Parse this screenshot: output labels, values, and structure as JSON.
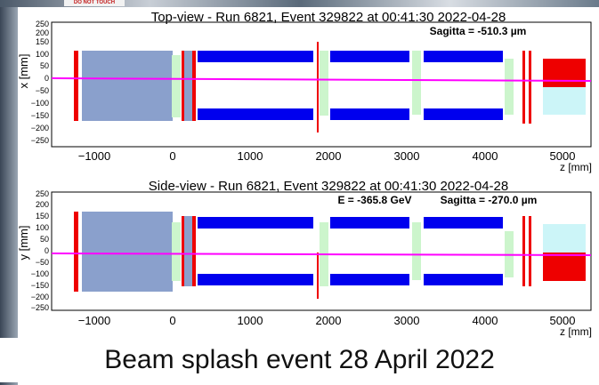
{
  "background_sticker": "DO NOT TOUCH",
  "caption": "Beam splash event 28 April 2022",
  "colors": {
    "magnet_blue": "#0000ee",
    "block_grey_blue": "#8aa0cc",
    "detector_green": "#ccf5cc",
    "red": "#ee0000",
    "track_magenta": "#ff00ff",
    "cyan": "#ccf5f8"
  },
  "top_view": {
    "title": "Top-view - Run 6821, Event 329822 at 00:41:30 2022-04-28",
    "info_right": "Sagitta = -510.3 µm",
    "info_left": "",
    "ylabel": "x [mm]",
    "xlabel": "z [mm]",
    "y_ticks": [
      "250",
      "200",
      "150",
      "100",
      "50",
      "0",
      "−50",
      "−100",
      "−150",
      "−200",
      "−250"
    ],
    "x_ticks": [
      "−1000",
      "0",
      "1000",
      "2000",
      "3000",
      "4000",
      "5000"
    ]
  },
  "side_view": {
    "title": "Side-view - Run 6821, Event 329822 at 00:41:30 2022-04-28",
    "info_right": "Sagitta = -270.0 µm",
    "info_left": "E = -365.8 GeV",
    "ylabel": "y [mm]",
    "xlabel": "z [mm]",
    "y_ticks": [
      "250",
      "200",
      "150",
      "100",
      "50",
      "0",
      "−50",
      "−100",
      "−150",
      "−200",
      "−250"
    ],
    "x_ticks": [
      "−1000",
      "0",
      "1000",
      "2000",
      "3000",
      "4000",
      "5000"
    ]
  }
}
